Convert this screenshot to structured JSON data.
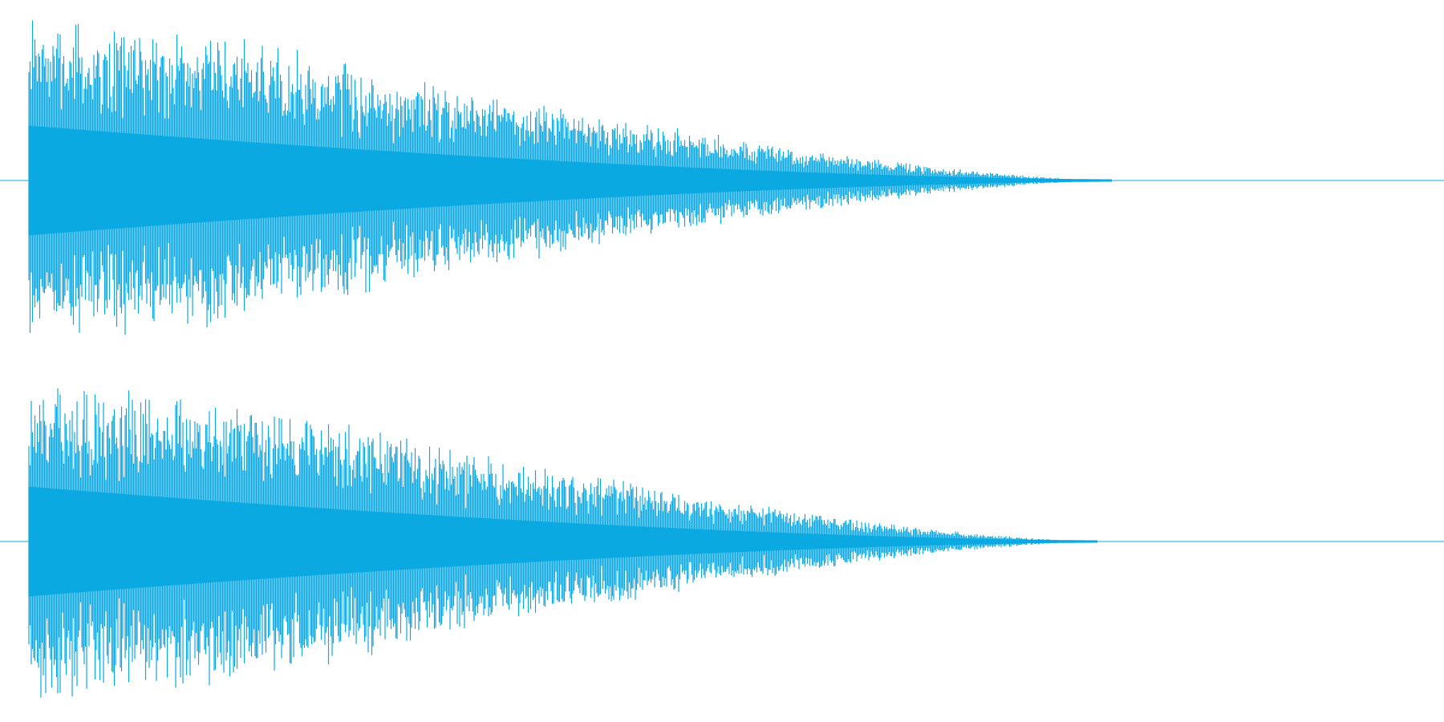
{
  "waveform": {
    "color": "#0aa9e2",
    "channels": [
      {
        "name": "",
        "peak": 0.88,
        "decay_end": 0.77,
        "noise_seed": 7
      },
      {
        "name": "",
        "peak": 0.88,
        "decay_end": 0.76,
        "noise_seed": 13
      }
    ]
  }
}
